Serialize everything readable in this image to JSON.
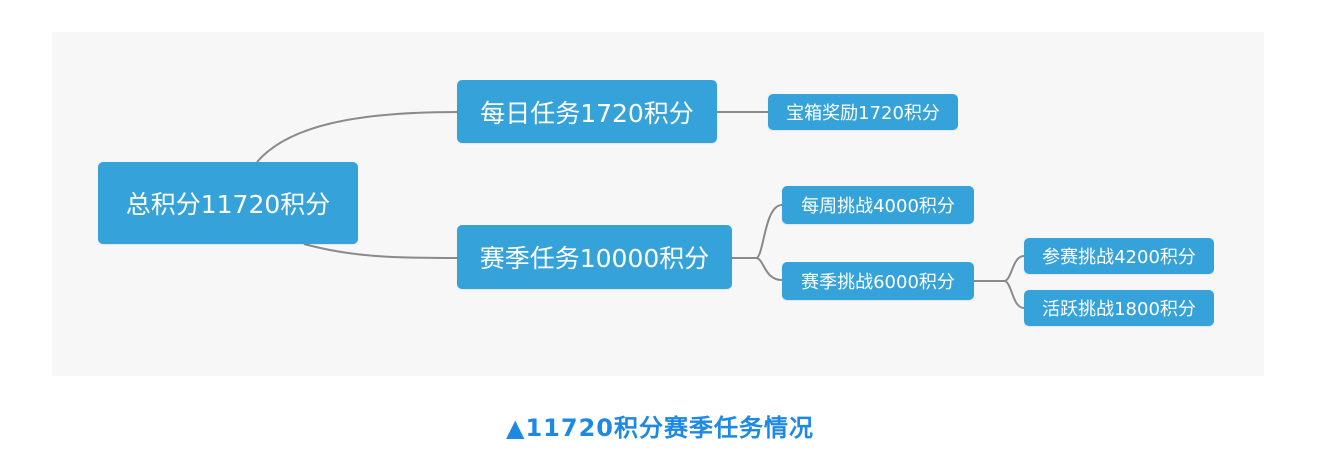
{
  "mindmap": {
    "root": {
      "label": "总积分11720积分"
    },
    "daily": {
      "label": "每日任务1720积分",
      "children": [
        {
          "label": "宝箱奖励1720积分"
        }
      ]
    },
    "season": {
      "label": "赛季任务10000积分",
      "weekly": {
        "label": "每周挑战4000积分"
      },
      "challenge": {
        "label": "赛季挑战6000积分",
        "children": [
          {
            "label": "参赛挑战4200积分"
          },
          {
            "label": "活跃挑战1800积分"
          }
        ]
      }
    }
  },
  "caption": "▲11720积分赛季任务情况",
  "colors": {
    "node": "#35a3da",
    "line": "#8a8a8a",
    "caption": "#1e88e5",
    "canvas": "#f7f7f8"
  }
}
